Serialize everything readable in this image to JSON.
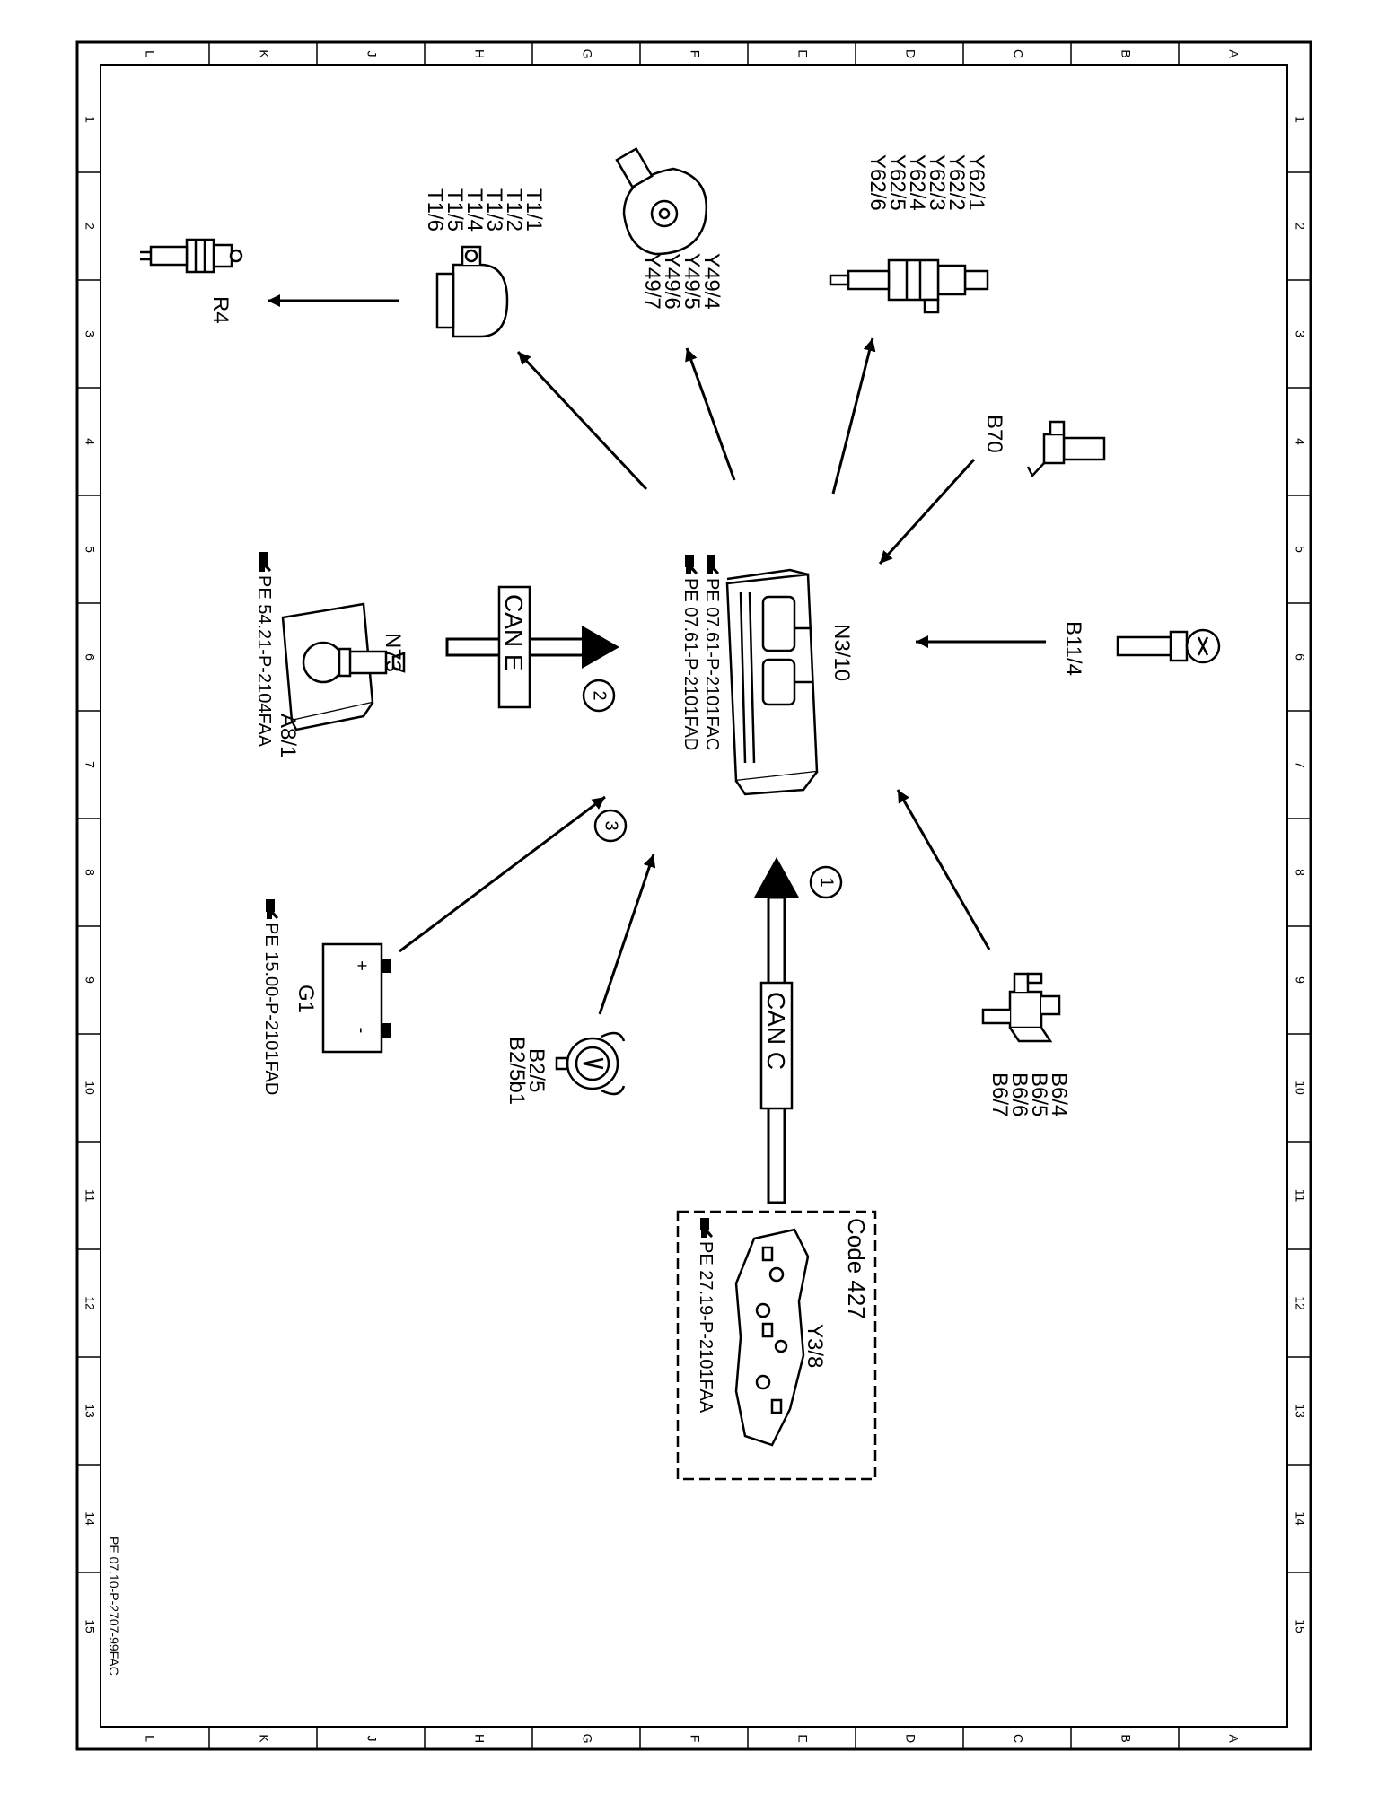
{
  "frame": {
    "letters": [
      "L",
      "K",
      "J",
      "H",
      "G",
      "F",
      "E",
      "D",
      "C",
      "B",
      "A"
    ],
    "numbers": [
      "1",
      "2",
      "3",
      "4",
      "5",
      "6",
      "7",
      "8",
      "9",
      "10",
      "11",
      "12",
      "13",
      "14",
      "15"
    ]
  },
  "document_id": "PE 07.10-P-2707-99FAC",
  "control_unit": {
    "label": "N3/10",
    "refs": [
      "PE 07.61-P-2101FAC",
      "PE 07.61-P-2101FAD"
    ]
  },
  "components": {
    "spark_plug": {
      "labels": [
        "R4"
      ]
    },
    "ignition_coils": {
      "labels": [
        "T1/1",
        "T1/2",
        "T1/3",
        "T1/4",
        "T1/5",
        "T1/6"
      ]
    },
    "throttle_actuators": {
      "labels": [
        "Y49/4",
        "Y49/5",
        "Y49/6",
        "Y49/7"
      ]
    },
    "injectors": {
      "labels": [
        "Y62/1",
        "Y62/2",
        "Y62/3",
        "Y62/4",
        "Y62/5",
        "Y62/6"
      ]
    },
    "sensor_b70": {
      "labels": [
        "B70"
      ]
    },
    "sensor_b11_4": {
      "labels": [
        "B11/4"
      ]
    },
    "sensors_b6": {
      "labels": [
        "B6/4",
        "B6/5",
        "B6/6",
        "B6/7"
      ]
    },
    "sensor_b2_5": {
      "labels": [
        "B2/5",
        "B2/5b1"
      ]
    },
    "battery": {
      "label": "G1",
      "plus": "+",
      "minus": "-",
      "ref": "PE 15.00-P-2101FAD"
    },
    "ignition_lock": {
      "labels": [
        "N73",
        "A8/1"
      ],
      "ref": "PE 54.21-P-2104FAA"
    },
    "transmission_module": {
      "code": "Code 427",
      "label": "Y3/8",
      "ref": "PE 27.19-P-2101FAA"
    }
  },
  "buses": {
    "can_e": {
      "label": "CAN E",
      "number": "2"
    },
    "can_c": {
      "label": "CAN C",
      "number": "1"
    },
    "line3": {
      "number": "3"
    }
  },
  "colors": {
    "line": "#000000",
    "background": "#ffffff"
  },
  "icons": [
    "pointing-hand-icon"
  ]
}
